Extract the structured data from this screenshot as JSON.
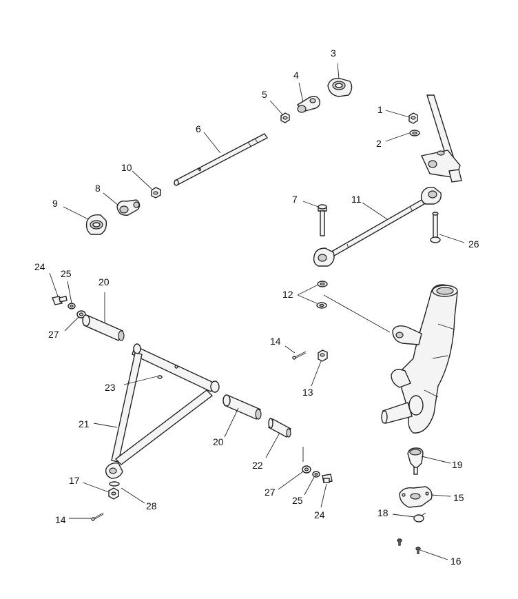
{
  "callouts": [
    {
      "id": "c1",
      "text": "1"
    },
    {
      "id": "c2",
      "text": "2"
    },
    {
      "id": "c3",
      "text": "3"
    },
    {
      "id": "c4",
      "text": "4"
    },
    {
      "id": "c5",
      "text": "5"
    },
    {
      "id": "c6",
      "text": "6"
    },
    {
      "id": "c7",
      "text": "7"
    },
    {
      "id": "c8",
      "text": "8"
    },
    {
      "id": "c9",
      "text": "9"
    },
    {
      "id": "c10",
      "text": "10"
    },
    {
      "id": "c11",
      "text": "11"
    },
    {
      "id": "c12",
      "text": "12"
    },
    {
      "id": "c13",
      "text": "13"
    },
    {
      "id": "c14a",
      "text": "14"
    },
    {
      "id": "c14b",
      "text": "14"
    },
    {
      "id": "c15",
      "text": "15"
    },
    {
      "id": "c16",
      "text": "16"
    },
    {
      "id": "c17",
      "text": "17"
    },
    {
      "id": "c18",
      "text": "18"
    },
    {
      "id": "c19",
      "text": "19"
    },
    {
      "id": "c20a",
      "text": "20"
    },
    {
      "id": "c20b",
      "text": "20"
    },
    {
      "id": "c21",
      "text": "21"
    },
    {
      "id": "c22",
      "text": "22"
    },
    {
      "id": "c23",
      "text": "23"
    },
    {
      "id": "c24a",
      "text": "24"
    },
    {
      "id": "c24b",
      "text": "24"
    },
    {
      "id": "c25a",
      "text": "25"
    },
    {
      "id": "c25b",
      "text": "25"
    },
    {
      "id": "c26",
      "text": "26"
    },
    {
      "id": "c27a",
      "text": "27"
    },
    {
      "id": "c27b",
      "text": "27"
    },
    {
      "id": "c28",
      "text": "28"
    }
  ]
}
